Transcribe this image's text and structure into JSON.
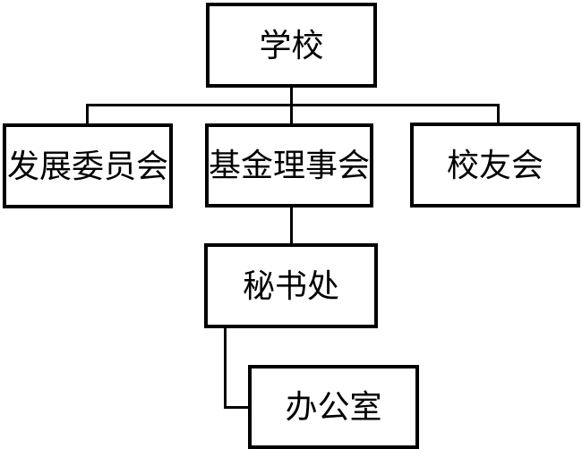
{
  "diagram": {
    "type": "org-chart",
    "background_color": "#ffffff",
    "line_color": "#000000",
    "box_border_color": "#000000",
    "text_color": "#000000",
    "nodes": {
      "school": {
        "label": "学校",
        "level": 1
      },
      "development_committee": {
        "label": "发展委员会",
        "level": 2
      },
      "fund_council": {
        "label": "基金理事会",
        "level": 2
      },
      "alumni_association": {
        "label": "校友会",
        "level": 2
      },
      "secretariat": {
        "label": "秘书处",
        "level": 3
      },
      "office": {
        "label": "办公室",
        "level": 4
      }
    },
    "edges": [
      {
        "from": "学校",
        "to": "发展委员会"
      },
      {
        "from": "学校",
        "to": "基金理事会"
      },
      {
        "from": "学校",
        "to": "校友会"
      },
      {
        "from": "基金理事会",
        "to": "秘书处"
      },
      {
        "from": "秘书处",
        "to": "办公室"
      }
    ]
  }
}
